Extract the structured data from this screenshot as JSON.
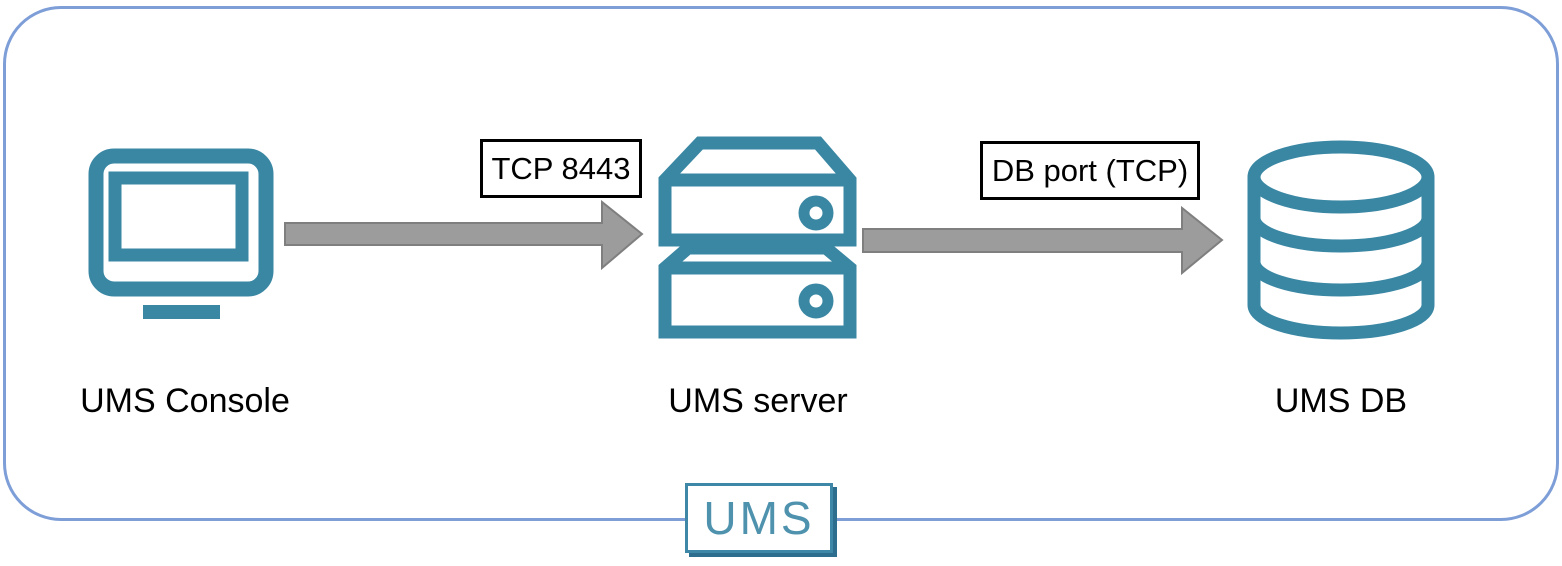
{
  "diagram": {
    "nodes": [
      {
        "label": "UMS Console",
        "icon": "monitor-icon"
      },
      {
        "label": "UMS server",
        "icon": "server-stack-icon"
      },
      {
        "label": "UMS DB",
        "icon": "database-icon"
      }
    ],
    "connections": [
      {
        "from": "UMS Console",
        "to": "UMS server",
        "label": "TCP 8443"
      },
      {
        "from": "UMS server",
        "to": "UMS DB",
        "label": "DB port (TCP)"
      }
    ],
    "badge": {
      "label": "UMS"
    },
    "colors": {
      "icon_teal": "#3A87A4",
      "arrow_fill": "#9C9C9C",
      "arrow_stroke": "#7F7F7F",
      "frame_blue": "#7E9ED8",
      "port_label_border": "#000000",
      "badge_border": "#3E87A6",
      "badge_shadow": "#2D6E8E",
      "badge_text": "#4E92AE"
    }
  }
}
